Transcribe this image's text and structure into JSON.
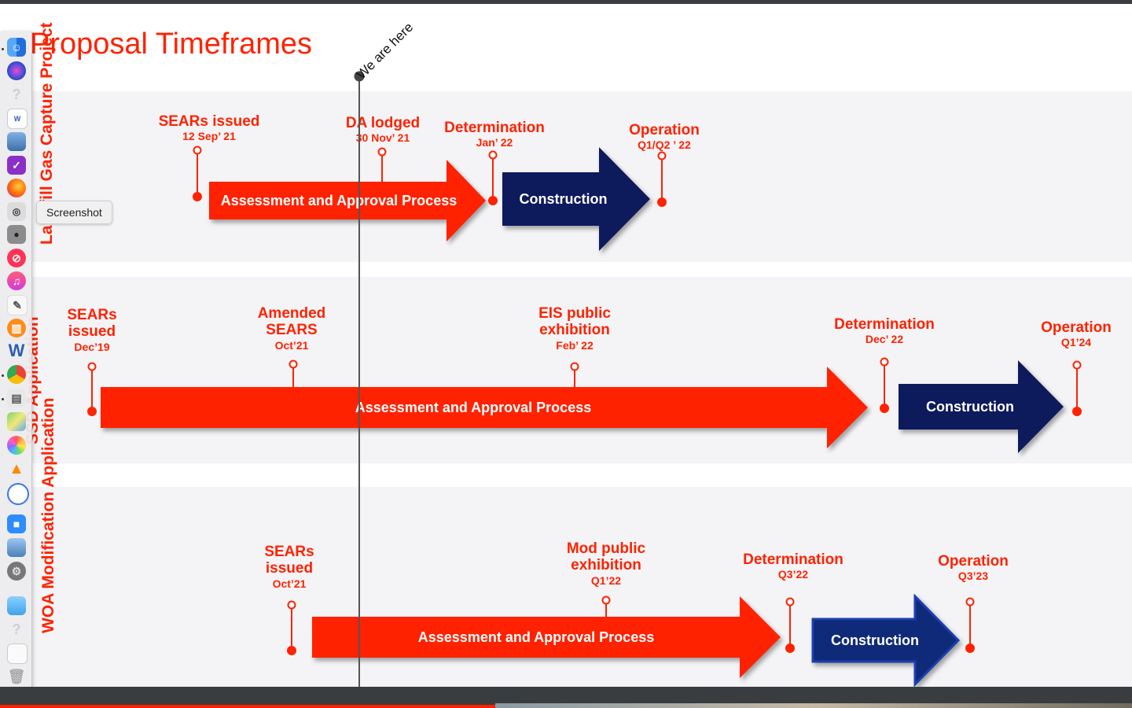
{
  "slide": {
    "title": "Proposal Timeframes",
    "now_marker": "We are here",
    "rows": [
      {
        "side_label": "Landfill Gas Capture Project",
        "milestones": [
          {
            "title": "SEARs issued",
            "date": "12 Sep’ 21"
          },
          {
            "title": "DA lodged",
            "date": "30 Nov’ 21"
          },
          {
            "title": "Determination",
            "date": "Jan’ 22"
          },
          {
            "title": "Operation",
            "date": "Q1/Q2 ’ 22"
          }
        ],
        "assessment_label": "Assessment and Approval Process",
        "construction_label": "Construction"
      },
      {
        "side_label": "SSD Application",
        "milestones": [
          {
            "title": "SEARs issued",
            "date": "Dec’19"
          },
          {
            "title": "Amended SEARS",
            "date": "Oct’21"
          },
          {
            "title": "EIS public exhibition",
            "date": "Feb’ 22"
          },
          {
            "title": "Determination",
            "date": "Dec’ 22"
          },
          {
            "title": "Operation",
            "date": "Q1’24"
          }
        ],
        "assessment_label": "Assessment and Approval Process",
        "construction_label": "Construction"
      },
      {
        "side_label": "WOA Modification Application",
        "milestones": [
          {
            "title": "SEARs issued",
            "date": "Oct’21"
          },
          {
            "title": "Mod public exhibition",
            "date": "Q1’22"
          },
          {
            "title": "Determination",
            "date": "Q3’22"
          },
          {
            "title": "Operation",
            "date": "Q3’23"
          }
        ],
        "assessment_label": "Assessment and Approval Process",
        "construction_label": "Construction"
      }
    ]
  },
  "colors": {
    "accent_red": "#ff2200",
    "construction_navy": "#0d1a5c",
    "construction_blue": "#0f2a78"
  },
  "dock": {
    "tooltip": "Screenshot",
    "apps": [
      "finder-icon",
      "siri-icon",
      "help-icon",
      "word-doc-icon",
      "preview-icon",
      "omnifocus-icon",
      "firefox-icon",
      "screenshot-icon",
      "camera-icon",
      "news-icon",
      "music-icon",
      "textedit-icon",
      "books-icon",
      "word-icon",
      "chrome-icon",
      "scripts-icon",
      "maps-icon",
      "photos-icon",
      "vlc-icon",
      "signal-icon",
      "zoom-icon",
      "photo-viewer-icon",
      "system-preferences-icon",
      "folder-icon",
      "help-icon-2",
      "documents-icon",
      "trash-icon"
    ]
  }
}
